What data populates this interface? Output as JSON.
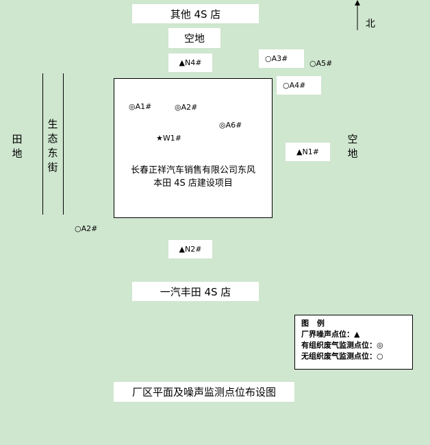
{
  "north": {
    "label": "北"
  },
  "top_neighbor": "其他 4S 店",
  "top_empty": "空地",
  "bottom_neighbor": "一汽丰田 4S 店",
  "west_field": "田地",
  "street": "生态东街",
  "east_empty": "空地",
  "site_title_line1": "长春正祥汽车销售有限公司东风",
  "site_title_line2": "本田 4S 店建设项目",
  "noise_points": {
    "n1": "▲N1#",
    "n2": "▲N2#",
    "n4": "▲N4#"
  },
  "air_points": {
    "a1": "◎A1#",
    "a2_inner": "◎A2#",
    "a6": "◎A6#",
    "a3": "○A3#",
    "a4": "○A4#",
    "a5": "○A5#",
    "a2_outer": "○A2#"
  },
  "water_point": "★W1#",
  "legend": {
    "title": "图  例",
    "noise": "厂界噪声点位：▲",
    "organized": "有组织废气监测点位：◎",
    "unorganized": "无组织废气监测点位：○"
  },
  "caption": "厂区平面及噪声监测点位布设图"
}
